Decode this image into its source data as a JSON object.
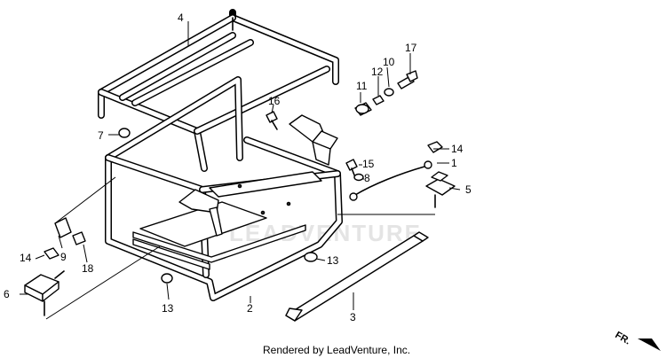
{
  "watermark": "LEADVENTURE",
  "credit": "Rendered by LeadVenture, Inc.",
  "direction_marker": "FR.",
  "callouts": {
    "c1": "1",
    "c2": "2",
    "c3": "3",
    "c4": "4",
    "c5": "5",
    "c6": "6",
    "c7": "7",
    "c8": "8",
    "c9": "9",
    "c10": "10",
    "c11": "11",
    "c12": "12",
    "c13a": "13",
    "c13b": "13",
    "c14a": "14",
    "c14b": "14",
    "c15": "15",
    "c16": "16",
    "c17": "17",
    "c18": "18"
  }
}
